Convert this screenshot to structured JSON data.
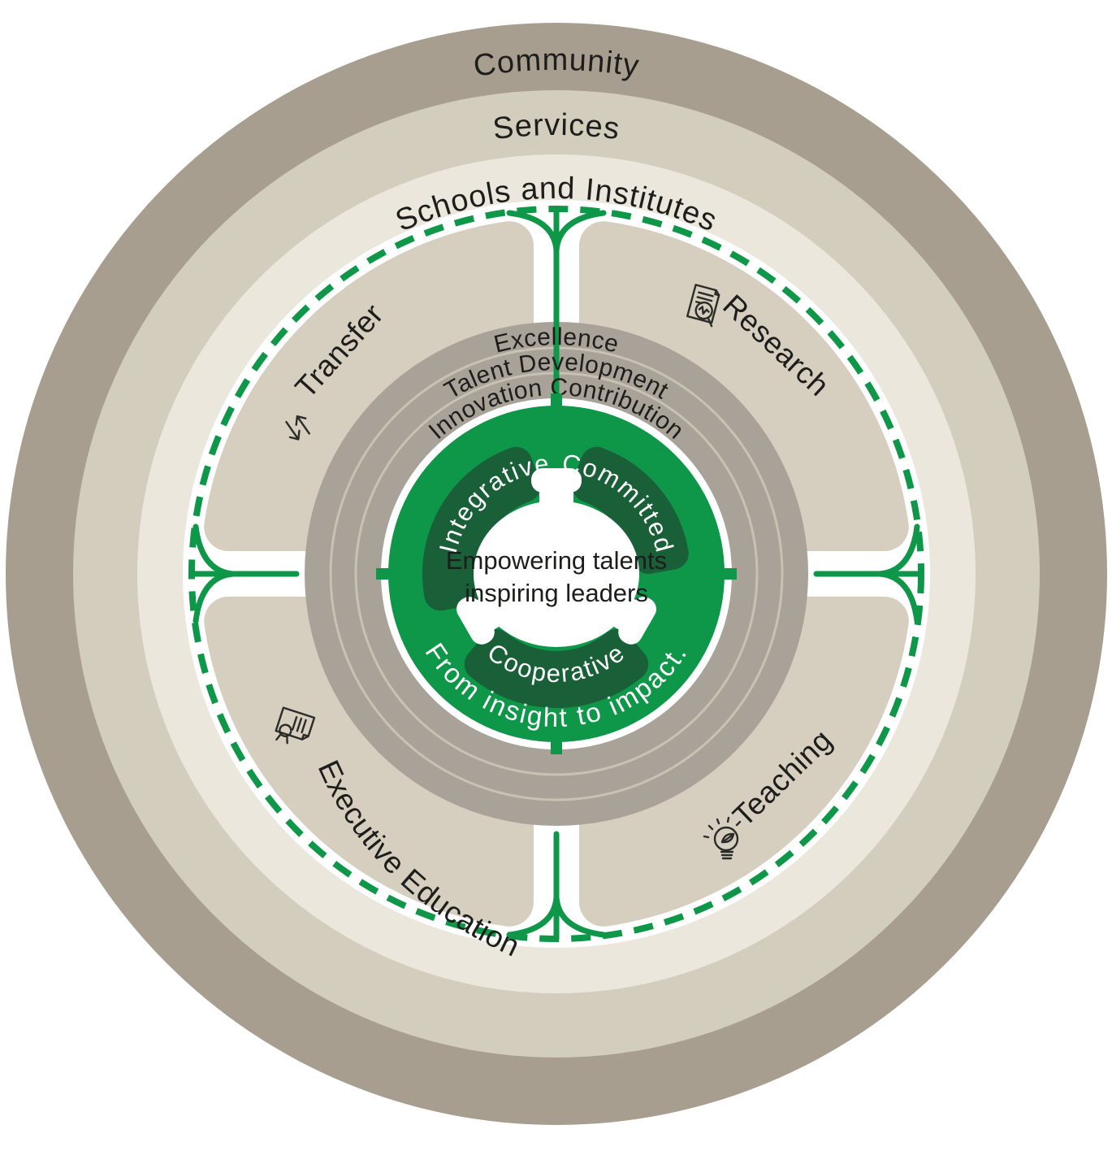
{
  "diagram": {
    "outer_rings": [
      {
        "label": "Community"
      },
      {
        "label": "Services"
      },
      {
        "label": "Schools and Institutes"
      }
    ],
    "quadrants": [
      {
        "label": "Transfer",
        "icon": "transfer-arrows-icon"
      },
      {
        "label": "Research",
        "icon": "research-document-magnifier-icon"
      },
      {
        "label": "Executive Education",
        "icon": "executive-education-certificate-icon"
      },
      {
        "label": "Teaching",
        "icon": "teaching-lightbulb-icon"
      }
    ],
    "inner_rings": [
      "Excellence",
      "Talent Development",
      "Innovation Contribution"
    ],
    "core_values": [
      "Integrative",
      "Committed",
      "Cooperative"
    ],
    "slogan": "From insight to impact.",
    "center_lines": [
      "Empowering talents",
      "inspiring leaders"
    ],
    "colors": {
      "green": "#0E9748",
      "green_dark": "#195F37",
      "community_ring": "#A79E90",
      "services_ring": "#D3CDBE",
      "schools_ring": "#EBE7DC",
      "quadrant_fill": "#D6CFC0",
      "inner_gray_ring": "#A9A298",
      "ring_separator": "#C8C2B5",
      "ink": "#1D1D1B",
      "white": "#FFFFFF"
    }
  }
}
